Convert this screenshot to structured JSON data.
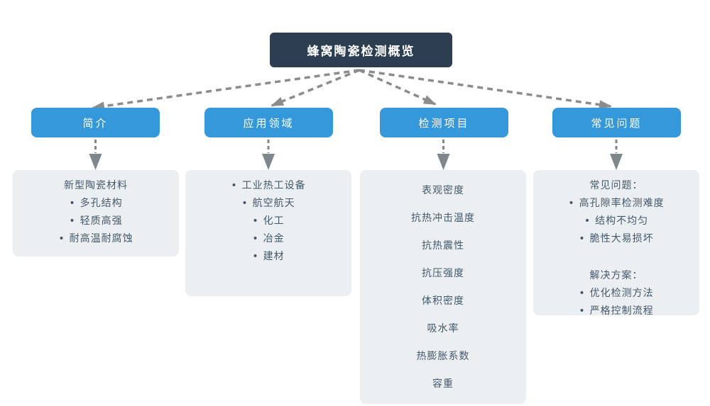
{
  "title": "蜂窝陶瓷检测概览",
  "branches": [
    {
      "label": "简介",
      "items": [
        {
          "text": "新型陶瓷材料",
          "bullet": false
        },
        {
          "text": "多孔结构",
          "bullet": true
        },
        {
          "text": "轻质高强",
          "bullet": true
        },
        {
          "text": "耐高温耐腐蚀",
          "bullet": true
        }
      ]
    },
    {
      "label": "应用领域",
      "items": [
        {
          "text": "工业热工设备",
          "bullet": true
        },
        {
          "text": "航空航天",
          "bullet": true
        },
        {
          "text": "化工",
          "bullet": true
        },
        {
          "text": "冶金",
          "bullet": true
        },
        {
          "text": "建材",
          "bullet": true
        }
      ]
    },
    {
      "label": "检测项目",
      "items": [
        {
          "text": "表观密度",
          "bullet": false
        },
        {
          "text": "抗热冲击温度",
          "bullet": false
        },
        {
          "text": "抗热震性",
          "bullet": false
        },
        {
          "text": "抗压强度",
          "bullet": false
        },
        {
          "text": "体积密度",
          "bullet": false
        },
        {
          "text": "吸水率",
          "bullet": false
        },
        {
          "text": "热膨胀系数",
          "bullet": false
        },
        {
          "text": "容重",
          "bullet": false
        }
      ]
    },
    {
      "label": "常见问题",
      "items": [
        {
          "text": "常见问题：",
          "bullet": false
        },
        {
          "text": "高孔隙率检测难度",
          "bullet": true
        },
        {
          "text": "结构不均匀",
          "bullet": true
        },
        {
          "text": "脆性大易损坏",
          "bullet": true
        },
        {
          "spacer": true
        },
        {
          "text": "解决方案：",
          "bullet": false
        },
        {
          "text": "优化检测方法",
          "bullet": true
        },
        {
          "text": "严格控制流程",
          "bullet": true
        }
      ]
    }
  ],
  "colors": {
    "accent": "#3498db",
    "title_bg": "#2c3e50",
    "panel_bg": "#ebeff1",
    "panel_text": "#44586c",
    "arrow": "#8c8c8c",
    "arrow_dark": "#7e878c",
    "node_text": "#ffffff"
  }
}
